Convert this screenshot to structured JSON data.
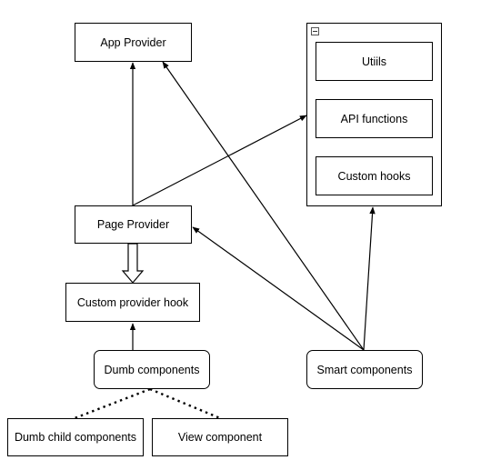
{
  "nodes": {
    "app_provider": "App Provider",
    "page_provider": "Page Provider",
    "custom_provider_hook": "Custom provider hook",
    "dumb_components": "Dumb components",
    "smart_components": "Smart components",
    "dumb_child_components": "Dumb child components",
    "view_component": "View component"
  },
  "container": {
    "items": [
      "Utiils",
      "API functions",
      "Custom hooks"
    ]
  }
}
